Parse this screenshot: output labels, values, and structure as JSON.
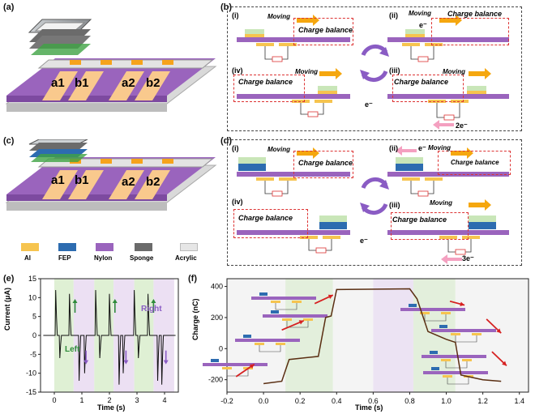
{
  "panels": {
    "a": "(a)",
    "b": "(b)",
    "c": "(c)",
    "d": "(d)",
    "e": "(e)",
    "f": "(f)"
  },
  "device_labels": {
    "a1": "a1",
    "b1": "b1",
    "a2": "a2",
    "b2": "b2"
  },
  "legend": [
    {
      "label": "Al",
      "color": "#f6c44f"
    },
    {
      "label": "FEP",
      "color": "#2d6cb0"
    },
    {
      "label": "Nylon",
      "color": "#9a64bd"
    },
    {
      "label": "Sponge",
      "color": "#6b6b6b"
    },
    {
      "label": "Acrylic",
      "color": "#e6e6e6"
    }
  ],
  "steps": {
    "i": "(i)",
    "ii": "(ii)",
    "iii": "(iii)",
    "iv": "(iv)"
  },
  "text": {
    "moving": "Moving",
    "charge_balance": "Charge balance",
    "e": "e⁻",
    "e2": "2e⁻",
    "e3": "3e⁻"
  },
  "chart_e": {
    "type": "line",
    "xlabel": "Time (s)",
    "ylabel": "Current (μA)",
    "xlim": [
      -0.5,
      4.5
    ],
    "ylim": [
      -15,
      15
    ],
    "xticks": [
      "0",
      "1",
      "2",
      "3",
      "4"
    ],
    "yticks": [
      "15",
      "10",
      "5",
      "0",
      "-5",
      "-10",
      "-15"
    ],
    "annotations": {
      "right": "Right",
      "left": "Left"
    }
  },
  "chart_f": {
    "type": "line",
    "xlabel": "Time (s)",
    "ylabel": "Charge (nC)",
    "xlim": [
      -0.2,
      1.45
    ],
    "ylim": [
      -280,
      450
    ],
    "xticks": [
      "-0.2",
      "0.0",
      "0.2",
      "0.4",
      "0.6",
      "0.8",
      "1.0",
      "1.2",
      "1.4"
    ],
    "yticks": [
      "400",
      "200",
      "0",
      "-200"
    ]
  },
  "colors": {
    "al": "#f6c44f",
    "fep": "#2d6cb0",
    "nylon": "#9a64bd",
    "arrow": "#f5a70f",
    "red": "#d62020",
    "green": "#2e8b3a",
    "purple": "#8a5cc4"
  }
}
